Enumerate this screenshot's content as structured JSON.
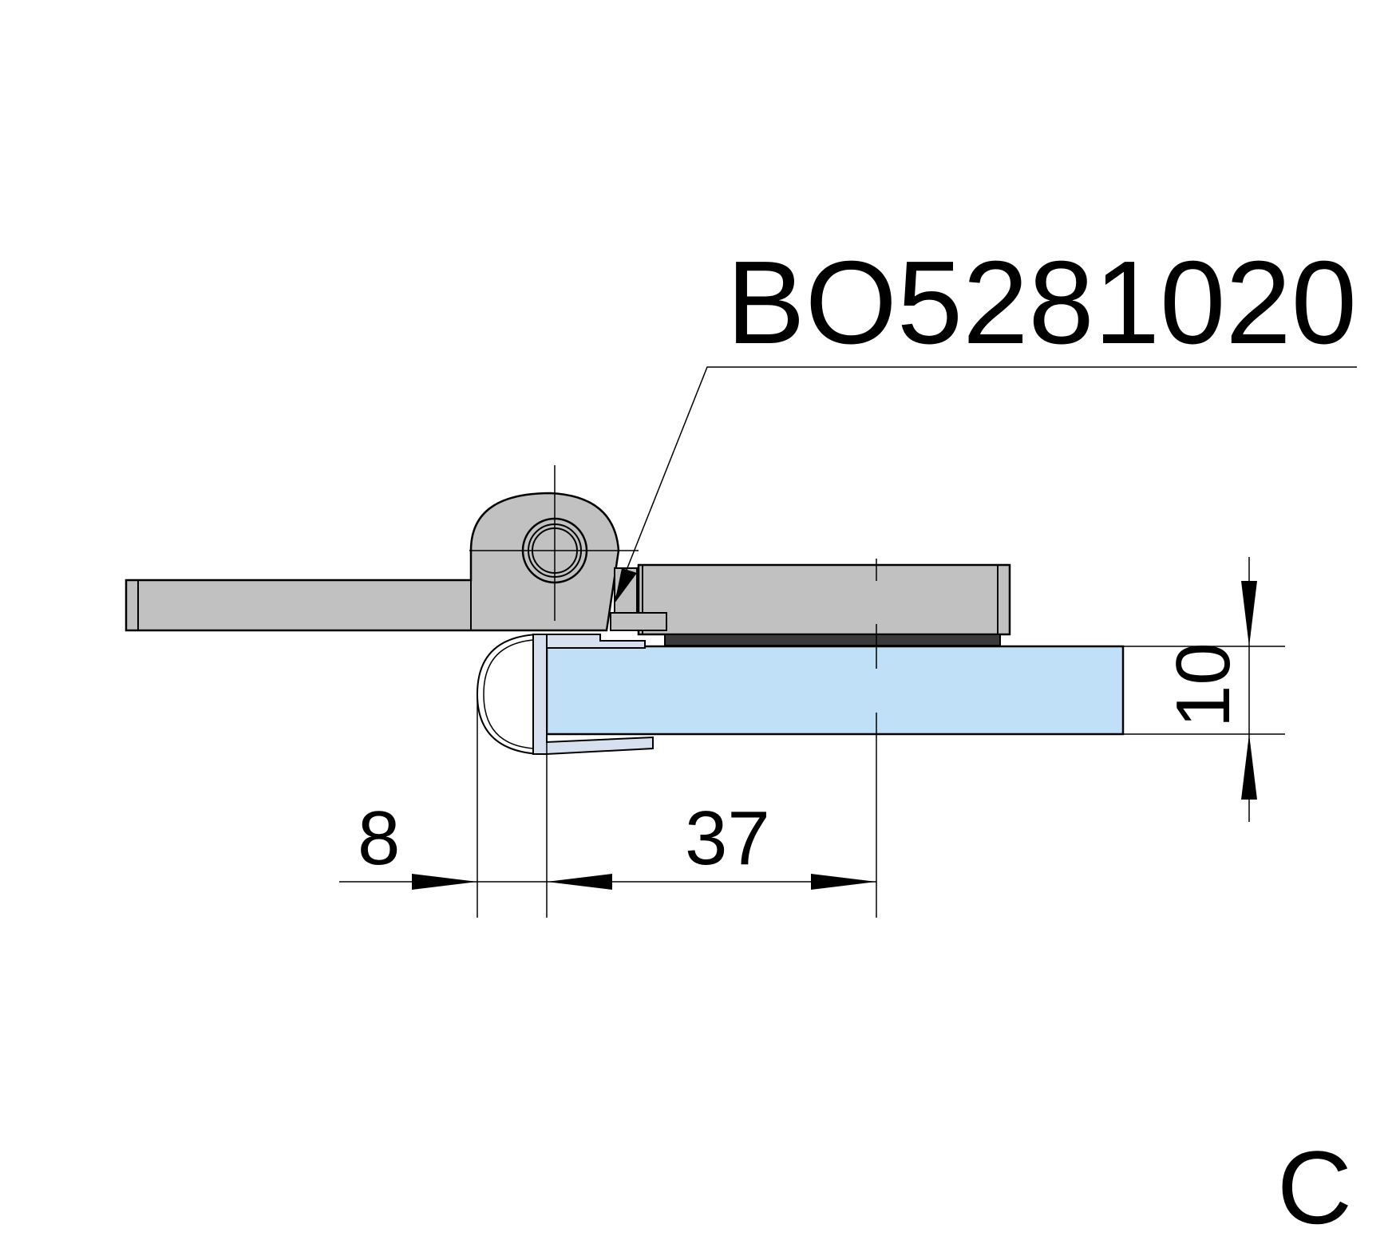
{
  "part_code": "BO5281020",
  "dimensions": {
    "seal_offset": "8",
    "pivot_distance": "37",
    "glass_thickness": "10"
  },
  "view_label": "C",
  "colors": {
    "hinge_metal": "#c1c1c1",
    "glass": "#bfe0f7",
    "seal_profile": "#d6e0ef",
    "gasket": "#3a3a3a",
    "line": "#000000"
  }
}
